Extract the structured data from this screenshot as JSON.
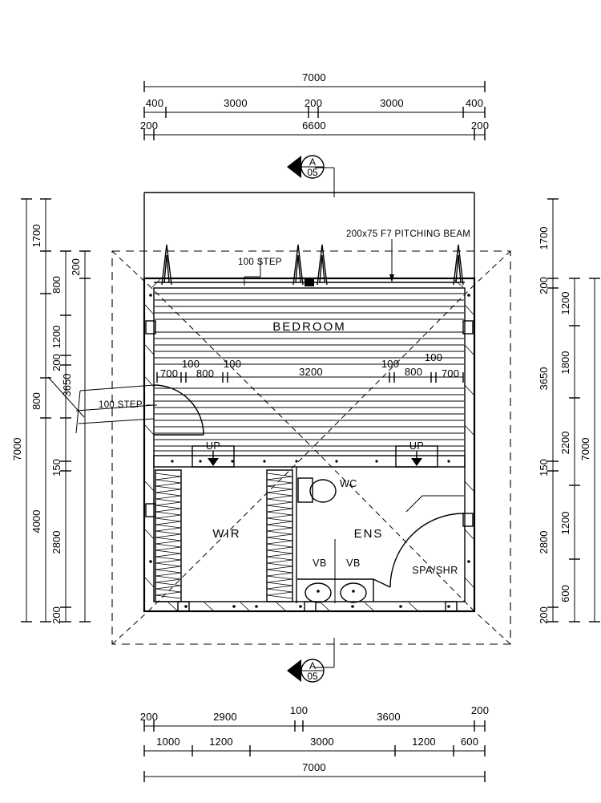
{
  "drawing": {
    "title": "Bedroom / Ensuite Floor Plan",
    "units": "mm"
  },
  "rooms": [
    {
      "id": "bedroom",
      "label": "BEDROOM"
    },
    {
      "id": "wir",
      "label": "WIR"
    },
    {
      "id": "ens",
      "label": "ENS"
    }
  ],
  "fixtures": [
    {
      "id": "wc",
      "label": "WC"
    },
    {
      "id": "vanity-basin-left",
      "label": "VB"
    },
    {
      "id": "vanity-basin-right",
      "label": "VB"
    },
    {
      "id": "spa-shower",
      "label": "SPA/SHR"
    }
  ],
  "annotations": {
    "pitching_beam": "200x75 F7 PITCHING BEAM",
    "step_top": "100 STEP",
    "step_left": "100 STEP",
    "stair_up_left": "UP",
    "stair_up_right": "UP"
  },
  "section_markers": [
    {
      "id": "section-top",
      "letter": "A",
      "sheet": "05"
    },
    {
      "id": "section-bottom",
      "letter": "A",
      "sheet": "05"
    }
  ],
  "dimensions": {
    "top": {
      "chain_outer": [
        "7000"
      ],
      "chain_middle": [
        "400",
        "3000",
        "200",
        "3000",
        "400"
      ],
      "chain_inner": [
        "200",
        "6600",
        "200"
      ]
    },
    "bottom": {
      "chain_inner": [
        "200",
        "2900",
        "100",
        "3600",
        "200"
      ],
      "chain_middle": [
        "1000",
        "1200",
        "3000",
        "1200",
        "600"
      ],
      "chain_outer": [
        "7000"
      ]
    },
    "left": {
      "chain_outer": [
        "7000"
      ],
      "chain_middle": [
        "1700",
        "4000"
      ],
      "chain_inner_a": [
        "800",
        "1200",
        "200",
        "800",
        "150",
        "2800",
        "200"
      ],
      "chain_inner_b": [
        "200",
        "3650"
      ]
    },
    "right": {
      "chain_inner": [
        "1700",
        "200",
        "3650",
        "150",
        "2800",
        "200"
      ],
      "chain_middle": [
        "1200",
        "1800",
        "2200",
        "1200",
        "600"
      ],
      "chain_outer": [
        "7000"
      ]
    },
    "bedroom_internal": [
      "700",
      "100",
      "800",
      "100",
      "3200",
      "100",
      "800",
      "100",
      "700"
    ]
  },
  "colors": {
    "line": "#000000",
    "background": "#ffffff"
  }
}
